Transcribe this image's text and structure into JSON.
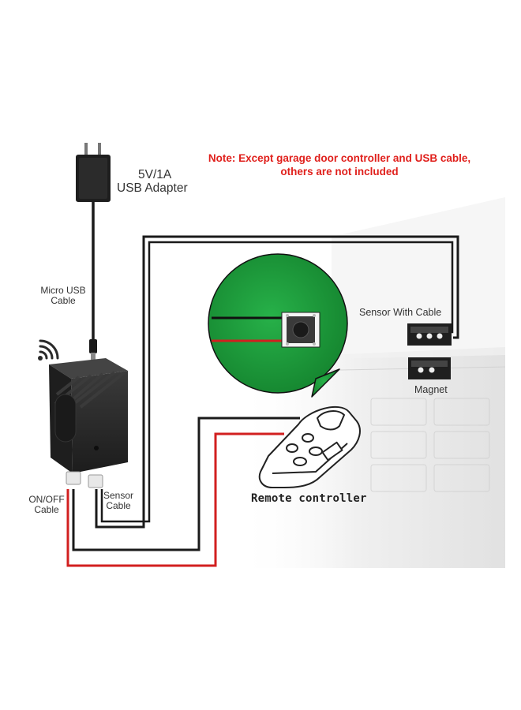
{
  "note": {
    "line1": "Note:  Except garage door controller and USB cable,",
    "line2": "others are not included"
  },
  "adapter": {
    "label_line1": "5V/1A",
    "label_line2": "USB Adapter"
  },
  "micro_usb_cable": {
    "label_line1": "Micro USB",
    "label_line2": "Cable"
  },
  "sensor_cable": {
    "label_line1": "Sensor",
    "label_line2": "Cable"
  },
  "onoff_cable": {
    "label_line1": "ON/OFF",
    "label_line2": "Cable"
  },
  "sensor_with_cable": {
    "label": "Sensor With Cable"
  },
  "magnet": {
    "label": "Magnet"
  },
  "remote_controller": {
    "label": "Remote controller"
  },
  "colors": {
    "note_text": "#e0201c",
    "wire_black": "#1a1a1a",
    "wire_red": "#d21f1f",
    "circuit_green": "#1e9a3c",
    "device_body": "#2a2a2a"
  }
}
